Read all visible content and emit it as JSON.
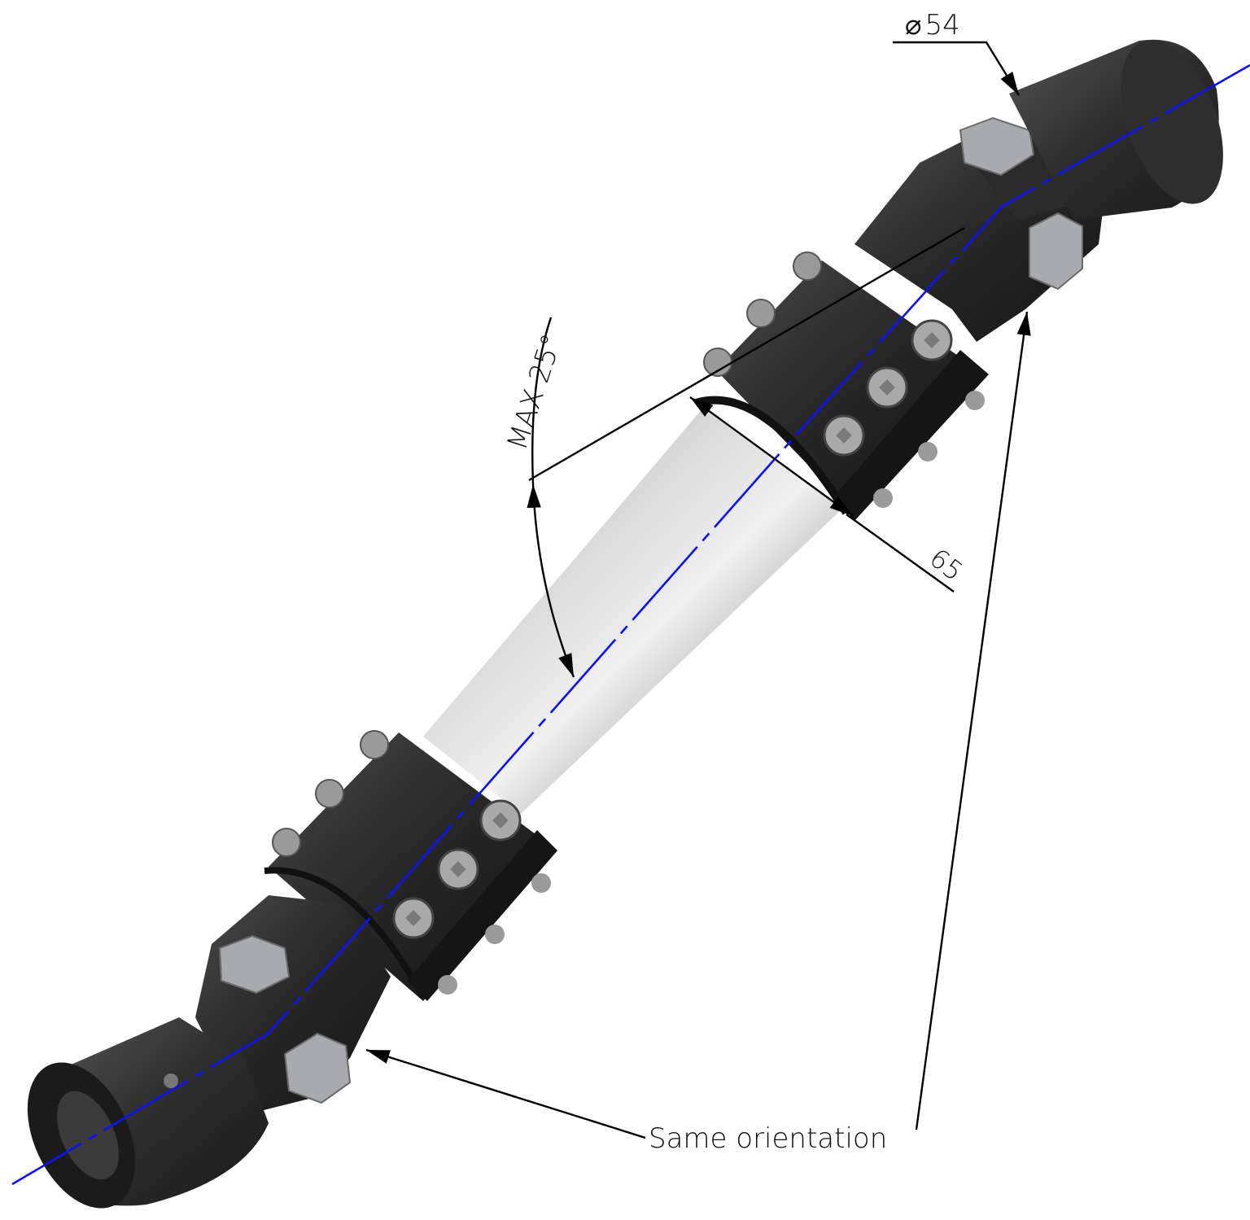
{
  "drawing": {
    "subject": "Telescopic double cardan drive shaft",
    "colors": {
      "background": "#ffffff",
      "body_dark": "#1f1f1f",
      "body_mid": "#3a3a3a",
      "tube_light": "#d6d6d6",
      "bolt_gray": "#a4a6a8",
      "axis_line": "#0a12ff",
      "dimension_lines": "#000000"
    }
  },
  "annotations": {
    "diameter_label": "⌀54",
    "diameter_symbol": "⌀",
    "diameter_value": "54",
    "angle_label": "MAX 25°",
    "length_label": "65",
    "orientation_label": "Same orientation"
  }
}
